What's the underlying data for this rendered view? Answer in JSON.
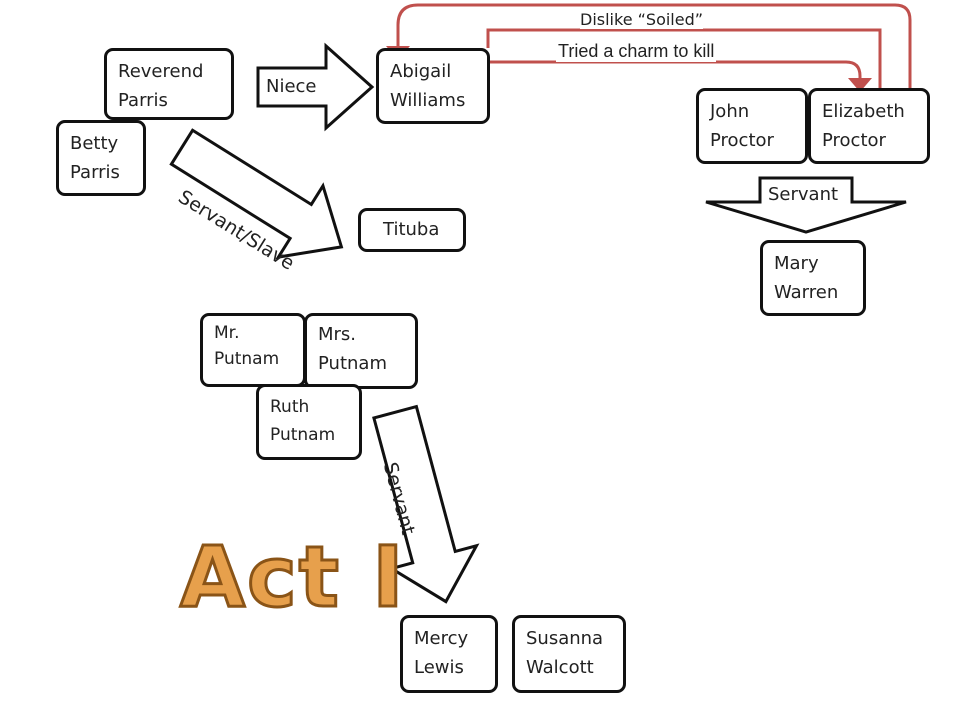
{
  "title": "Act I",
  "people": {
    "reverend_parris": [
      "Reverend",
      "Parris"
    ],
    "betty_parris": [
      "Betty",
      "Parris"
    ],
    "abigail_williams": [
      "Abigail",
      "Williams"
    ],
    "tituba": [
      "Tituba"
    ],
    "john_proctor": [
      "John",
      "Proctor"
    ],
    "elizabeth_proctor": [
      "Elizabeth",
      "Proctor"
    ],
    "mary_warren": [
      "Mary",
      "Warren"
    ],
    "mr_putnam": [
      "Mr.",
      "Putnam"
    ],
    "mrs_putnam": [
      "Mrs.",
      "Putnam"
    ],
    "ruth_putnam": [
      "Ruth",
      "Putnam"
    ],
    "mercy_lewis": [
      "Mercy",
      "Lewis"
    ],
    "susanna_walcott": [
      "Susanna",
      "Walcott"
    ]
  },
  "relations": {
    "niece": "Niece",
    "servant_slave": "Servant/Slave",
    "servant_proctor": "Servant",
    "servant_putnam": "Servant",
    "dislike": "Dislike “Soiled”",
    "charm": "Tried a charm to kill"
  },
  "colors": {
    "accent_line": "#c0504d",
    "title_fill": "#e7a04c",
    "title_stroke": "#8a5417"
  }
}
